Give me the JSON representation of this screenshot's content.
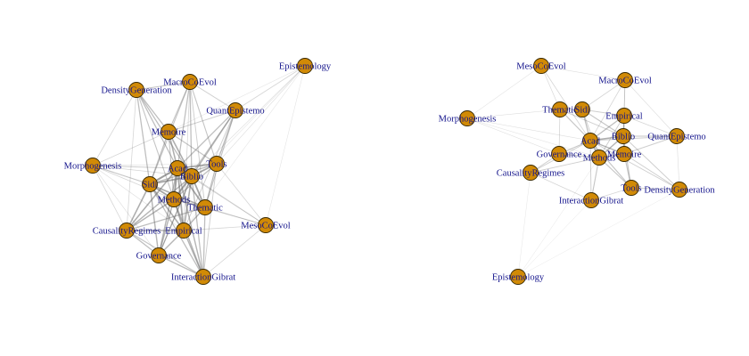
{
  "colors": {
    "node_fill": "#d18a06",
    "node_stroke": "#3a2a00",
    "label": "#14148c",
    "edge": "#6e6e6e",
    "background": "#ffffff"
  },
  "graphs": [
    {
      "nodes": [
        {
          "id": "Epistemology",
          "label": "Epistemology"
        },
        {
          "id": "MacroCoEvol",
          "label": "MacroCoEvol"
        },
        {
          "id": "DensityGeneration",
          "label": "DensityGeneration"
        },
        {
          "id": "QuantEpistemo",
          "label": "QuantEpistemo"
        },
        {
          "id": "Memoire",
          "label": "Memoire"
        },
        {
          "id": "Tools",
          "label": "Tools"
        },
        {
          "id": "Morphogenesis",
          "label": "Morphogenesis"
        },
        {
          "id": "Acad",
          "label": "Acad"
        },
        {
          "id": "Biblio",
          "label": "Biblio"
        },
        {
          "id": "Sidi",
          "label": "Sidi"
        },
        {
          "id": "Methods",
          "label": "Methods"
        },
        {
          "id": "Thematic",
          "label": "Thematic"
        },
        {
          "id": "MesoCoEvol",
          "label": "MesoCoEvol"
        },
        {
          "id": "CausalityRegimes",
          "label": "CausalityRegimes"
        },
        {
          "id": "Empirical",
          "label": "Empirical"
        },
        {
          "id": "Governance",
          "label": "Governance"
        },
        {
          "id": "InteractionGibrat",
          "label": "InteractionGibrat"
        }
      ],
      "edges": [
        [
          "Acad",
          "Biblio",
          1.0
        ],
        [
          "Acad",
          "Sidi",
          1.0
        ],
        [
          "Acad",
          "Methods",
          1.0
        ],
        [
          "Acad",
          "Thematic",
          0.9
        ],
        [
          "Acad",
          "Empirical",
          0.9
        ],
        [
          "Acad",
          "Tools",
          0.9
        ],
        [
          "Acad",
          "Memoire",
          0.8
        ],
        [
          "Acad",
          "CausalityRegimes",
          0.8
        ],
        [
          "Acad",
          "Governance",
          0.7
        ],
        [
          "Acad",
          "InteractionGibrat",
          0.7
        ],
        [
          "Acad",
          "MacroCoEvol",
          0.6
        ],
        [
          "Acad",
          "DensityGeneration",
          0.6
        ],
        [
          "Acad",
          "QuantEpistemo",
          0.6
        ],
        [
          "Acad",
          "Morphogenesis",
          0.4
        ],
        [
          "Acad",
          "MesoCoEvol",
          0.3
        ],
        [
          "Biblio",
          "Sidi",
          0.9
        ],
        [
          "Biblio",
          "Methods",
          0.9
        ],
        [
          "Biblio",
          "Thematic",
          0.9
        ],
        [
          "Biblio",
          "Empirical",
          0.8
        ],
        [
          "Biblio",
          "Tools",
          0.9
        ],
        [
          "Biblio",
          "Memoire",
          0.8
        ],
        [
          "Biblio",
          "QuantEpistemo",
          0.7
        ],
        [
          "Biblio",
          "MacroCoEvol",
          0.6
        ],
        [
          "Biblio",
          "DensityGeneration",
          0.6
        ],
        [
          "Biblio",
          "CausalityRegimes",
          0.7
        ],
        [
          "Biblio",
          "InteractionGibrat",
          0.6
        ],
        [
          "Biblio",
          "Governance",
          0.6
        ],
        [
          "Biblio",
          "MesoCoEvol",
          0.3
        ],
        [
          "Biblio",
          "Epistemology",
          0.2
        ],
        [
          "Sidi",
          "Methods",
          0.9
        ],
        [
          "Sidi",
          "Thematic",
          0.8
        ],
        [
          "Sidi",
          "Empirical",
          0.8
        ],
        [
          "Sidi",
          "CausalityRegimes",
          0.8
        ],
        [
          "Sidi",
          "Governance",
          0.7
        ],
        [
          "Sidi",
          "Memoire",
          0.6
        ],
        [
          "Sidi",
          "Morphogenesis",
          0.5
        ],
        [
          "Sidi",
          "DensityGeneration",
          0.6
        ],
        [
          "Sidi",
          "MacroCoEvol",
          0.5
        ],
        [
          "Sidi",
          "InteractionGibrat",
          0.6
        ],
        [
          "Sidi",
          "Tools",
          0.6
        ],
        [
          "Methods",
          "Thematic",
          0.8
        ],
        [
          "Methods",
          "Empirical",
          0.8
        ],
        [
          "Methods",
          "CausalityRegimes",
          0.7
        ],
        [
          "Methods",
          "Governance",
          0.7
        ],
        [
          "Methods",
          "InteractionGibrat",
          0.7
        ],
        [
          "Methods",
          "Tools",
          0.6
        ],
        [
          "Methods",
          "Memoire",
          0.5
        ],
        [
          "Methods",
          "MesoCoEvol",
          0.3
        ],
        [
          "Thematic",
          "Empirical",
          0.7
        ],
        [
          "Thematic",
          "Tools",
          0.6
        ],
        [
          "Thematic",
          "CausalityRegimes",
          0.6
        ],
        [
          "Thematic",
          "InteractionGibrat",
          0.6
        ],
        [
          "Thematic",
          "MesoCoEvol",
          0.4
        ],
        [
          "Thematic",
          "QuantEpistemo",
          0.5
        ],
        [
          "Empirical",
          "CausalityRegimes",
          0.7
        ],
        [
          "Empirical",
          "Governance",
          0.7
        ],
        [
          "Empirical",
          "InteractionGibrat",
          0.7
        ],
        [
          "Empirical",
          "MesoCoEvol",
          0.3
        ],
        [
          "Tools",
          "QuantEpistemo",
          0.6
        ],
        [
          "Tools",
          "Memoire",
          0.5
        ],
        [
          "Tools",
          "MacroCoEvol",
          0.5
        ],
        [
          "Tools",
          "Epistemology",
          0.2
        ],
        [
          "Tools",
          "MesoCoEvol",
          0.3
        ],
        [
          "Memoire",
          "DensityGeneration",
          0.6
        ],
        [
          "Memoire",
          "MacroCoEvol",
          0.5
        ],
        [
          "Memoire",
          "QuantEpistemo",
          0.4
        ],
        [
          "Memoire",
          "Morphogenesis",
          0.3
        ],
        [
          "DensityGeneration",
          "MacroCoEvol",
          0.5
        ],
        [
          "DensityGeneration",
          "Morphogenesis",
          0.3
        ],
        [
          "DensityGeneration",
          "Methods",
          0.5
        ],
        [
          "DensityGeneration",
          "CausalityRegimes",
          0.3
        ],
        [
          "MacroCoEvol",
          "QuantEpistemo",
          0.4
        ],
        [
          "MacroCoEvol",
          "Thematic",
          0.4
        ],
        [
          "MacroCoEvol",
          "Empirical",
          0.3
        ],
        [
          "QuantEpistemo",
          "Epistemology",
          0.3
        ],
        [
          "QuantEpistemo",
          "Methods",
          0.5
        ],
        [
          "QuantEpistemo",
          "Empirical",
          0.4
        ],
        [
          "Morphogenesis",
          "CausalityRegimes",
          0.3
        ],
        [
          "Morphogenesis",
          "Governance",
          0.2
        ],
        [
          "Morphogenesis",
          "Methods",
          0.3
        ],
        [
          "Morphogenesis",
          "Empirical",
          0.2
        ],
        [
          "Morphogenesis",
          "Biblio",
          0.3
        ],
        [
          "CausalityRegimes",
          "Governance",
          0.6
        ],
        [
          "CausalityRegimes",
          "InteractionGibrat",
          0.5
        ],
        [
          "Governance",
          "InteractionGibrat",
          0.6
        ],
        [
          "Governance",
          "Biblio",
          0.5
        ],
        [
          "MesoCoEvol",
          "InteractionGibrat",
          0.3
        ],
        [
          "MesoCoEvol",
          "Epistemology",
          0.15
        ],
        [
          "Epistemology",
          "Methods",
          0.15
        ],
        [
          "Epistemology",
          "Empirical",
          0.15
        ],
        [
          "Epistemology",
          "Memoire",
          0.15
        ],
        [
          "InteractionGibrat",
          "Tools",
          0.4
        ],
        [
          "Morphogenesis",
          "Tools",
          0.2
        ]
      ]
    },
    {
      "nodes": [
        {
          "id": "MesoCoEvol",
          "label": "MesoCoEvol"
        },
        {
          "id": "MacroCoEvol",
          "label": "MacroCoEvol"
        },
        {
          "id": "Morphogenesis",
          "label": "Morphogenesis"
        },
        {
          "id": "Thematic",
          "label": "Thematic"
        },
        {
          "id": "Sidi",
          "label": "Sidi"
        },
        {
          "id": "Empirical",
          "label": "Empirical"
        },
        {
          "id": "Acad",
          "label": "Acad"
        },
        {
          "id": "Biblio",
          "label": "Biblio"
        },
        {
          "id": "QuantEpistemo",
          "label": "QuantEpistemo"
        },
        {
          "id": "Governance",
          "label": "Governance"
        },
        {
          "id": "Methods",
          "label": "Methods"
        },
        {
          "id": "Memoire",
          "label": "Memoire"
        },
        {
          "id": "CausalityRegimes",
          "label": "CausalityRegimes"
        },
        {
          "id": "Tools",
          "label": "Tools"
        },
        {
          "id": "DensityGeneration",
          "label": "DensityGeneration"
        },
        {
          "id": "InteractionGibrat",
          "label": "InteractionGibrat"
        },
        {
          "id": "Epistemology",
          "label": "Epistemology"
        }
      ],
      "edges": [
        [
          "Acad",
          "Biblio",
          0.8
        ],
        [
          "Acad",
          "Methods",
          0.8
        ],
        [
          "Acad",
          "Memoire",
          0.7
        ],
        [
          "Acad",
          "Empirical",
          0.6
        ],
        [
          "Acad",
          "Sidi",
          0.6
        ],
        [
          "Acad",
          "Thematic",
          0.5
        ],
        [
          "Acad",
          "Governance",
          0.5
        ],
        [
          "Acad",
          "Tools",
          0.5
        ],
        [
          "Acad",
          "CausalityRegimes",
          0.4
        ],
        [
          "Acad",
          "InteractionGibrat",
          0.4
        ],
        [
          "Acad",
          "QuantEpistemo",
          0.4
        ],
        [
          "Acad",
          "DensityGeneration",
          0.4
        ],
        [
          "Acad",
          "MacroCoEvol",
          0.3
        ],
        [
          "Acad",
          "MesoCoEvol",
          0.3
        ],
        [
          "Acad",
          "Morphogenesis",
          0.2
        ],
        [
          "Biblio",
          "Methods",
          0.7
        ],
        [
          "Biblio",
          "Memoire",
          0.7
        ],
        [
          "Biblio",
          "Empirical",
          0.6
        ],
        [
          "Biblio",
          "Sidi",
          0.5
        ],
        [
          "Biblio",
          "Tools",
          0.5
        ],
        [
          "Biblio",
          "QuantEpistemo",
          0.5
        ],
        [
          "Biblio",
          "DensityGeneration",
          0.4
        ],
        [
          "Biblio",
          "MacroCoEvol",
          0.3
        ],
        [
          "Biblio",
          "Thematic",
          0.4
        ],
        [
          "Methods",
          "Memoire",
          0.6
        ],
        [
          "Methods",
          "Governance",
          0.5
        ],
        [
          "Methods",
          "CausalityRegimes",
          0.4
        ],
        [
          "Methods",
          "InteractionGibrat",
          0.5
        ],
        [
          "Methods",
          "Tools",
          0.5
        ],
        [
          "Methods",
          "Sidi",
          0.4
        ],
        [
          "Methods",
          "Empirical",
          0.4
        ],
        [
          "Memoire",
          "Tools",
          0.5
        ],
        [
          "Memoire",
          "DensityGeneration",
          0.4
        ],
        [
          "Memoire",
          "QuantEpistemo",
          0.4
        ],
        [
          "Memoire",
          "Empirical",
          0.4
        ],
        [
          "Thematic",
          "Sidi",
          0.5
        ],
        [
          "Thematic",
          "Governance",
          0.3
        ],
        [
          "Thematic",
          "MesoCoEvol",
          0.25
        ],
        [
          "Thematic",
          "Morphogenesis",
          0.2
        ],
        [
          "Sidi",
          "Empirical",
          0.4
        ],
        [
          "Sidi",
          "MacroCoEvol",
          0.3
        ],
        [
          "Empirical",
          "MacroCoEvol",
          0.3
        ],
        [
          "Empirical",
          "QuantEpistemo",
          0.3
        ],
        [
          "Governance",
          "CausalityRegimes",
          0.4
        ],
        [
          "Governance",
          "Morphogenesis",
          0.2
        ],
        [
          "CausalityRegimes",
          "InteractionGibrat",
          0.3
        ],
        [
          "Tools",
          "DensityGeneration",
          0.4
        ],
        [
          "Tools",
          "InteractionGibrat",
          0.3
        ],
        [
          "QuantEpistemo",
          "DensityGeneration",
          0.2
        ],
        [
          "MesoCoEvol",
          "MacroCoEvol",
          0.2
        ],
        [
          "MesoCoEvol",
          "Morphogenesis",
          0.15
        ],
        [
          "MacroCoEvol",
          "QuantEpistemo",
          0.2
        ],
        [
          "Morphogenesis",
          "Methods",
          0.15
        ],
        [
          "Epistemology",
          "CausalityRegimes",
          0.12
        ],
        [
          "Epistemology",
          "InteractionGibrat",
          0.12
        ],
        [
          "Epistemology",
          "Methods",
          0.12
        ],
        [
          "Epistemology",
          "DensityGeneration",
          0.1
        ]
      ]
    }
  ]
}
